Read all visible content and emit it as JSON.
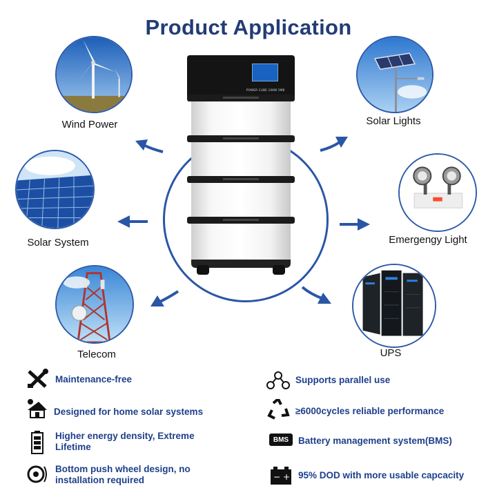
{
  "title": "Product Application",
  "battery": {
    "model_text": "POWER CUBE 10KW 5MB"
  },
  "applications": [
    {
      "id": "wind",
      "label": "Wind Power",
      "icon": "wind-turbine-icon"
    },
    {
      "id": "solar-lights",
      "label": "Solar Lights",
      "icon": "solar-street-light-icon"
    },
    {
      "id": "solar-system",
      "label": "Solar System",
      "icon": "solar-panel-icon"
    },
    {
      "id": "emergency",
      "label": "Emergengy Light",
      "icon": "emergency-light-icon"
    },
    {
      "id": "telecom",
      "label": "Telecom",
      "icon": "telecom-tower-icon"
    },
    {
      "id": "ups",
      "label": "UPS",
      "icon": "ups-cabinet-icon"
    }
  ],
  "features": [
    {
      "text": "Maintenance-free",
      "icon": "tools-icon"
    },
    {
      "text": "Supports parallel use",
      "icon": "parallel-nodes-icon"
    },
    {
      "text": "Designed for home solar systems",
      "icon": "solar-home-icon"
    },
    {
      "text": "≥6000cycles reliable performance",
      "icon": "recycle-icon"
    },
    {
      "text": "Higher energy density, Extreme Lifetime",
      "icon": "battery-level-icon"
    },
    {
      "text": "Battery management system(BMS)",
      "icon": "bms-icon",
      "badge": "BMS"
    },
    {
      "text": "Bottom push wheel design, no installation required",
      "icon": "wheel-icon"
    },
    {
      "text": "95% DOD with more usable capcacity",
      "icon": "battery-plus-minus-icon"
    }
  ],
  "colors": {
    "title": "#233c76",
    "accent": "#2a56a6",
    "feature_text": "#1e3f8a"
  }
}
